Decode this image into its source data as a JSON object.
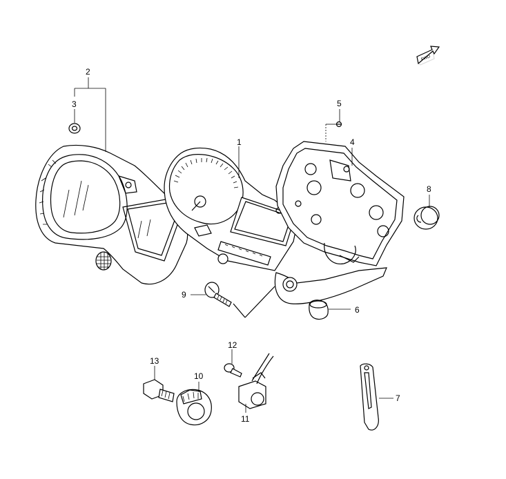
{
  "diagram": {
    "fwd_label": "FWD",
    "callouts": [
      {
        "id": "c1",
        "text": "1"
      },
      {
        "id": "c2",
        "text": "2"
      },
      {
        "id": "c3",
        "text": "3"
      },
      {
        "id": "c4",
        "text": "4"
      },
      {
        "id": "c5",
        "text": "5"
      },
      {
        "id": "c6",
        "text": "6"
      },
      {
        "id": "c7",
        "text": "7"
      },
      {
        "id": "c8",
        "text": "8"
      },
      {
        "id": "c9",
        "text": "9"
      },
      {
        "id": "c10",
        "text": "10"
      },
      {
        "id": "c11",
        "text": "11"
      },
      {
        "id": "c12",
        "text": "12"
      },
      {
        "id": "c13",
        "text": "13"
      }
    ]
  }
}
